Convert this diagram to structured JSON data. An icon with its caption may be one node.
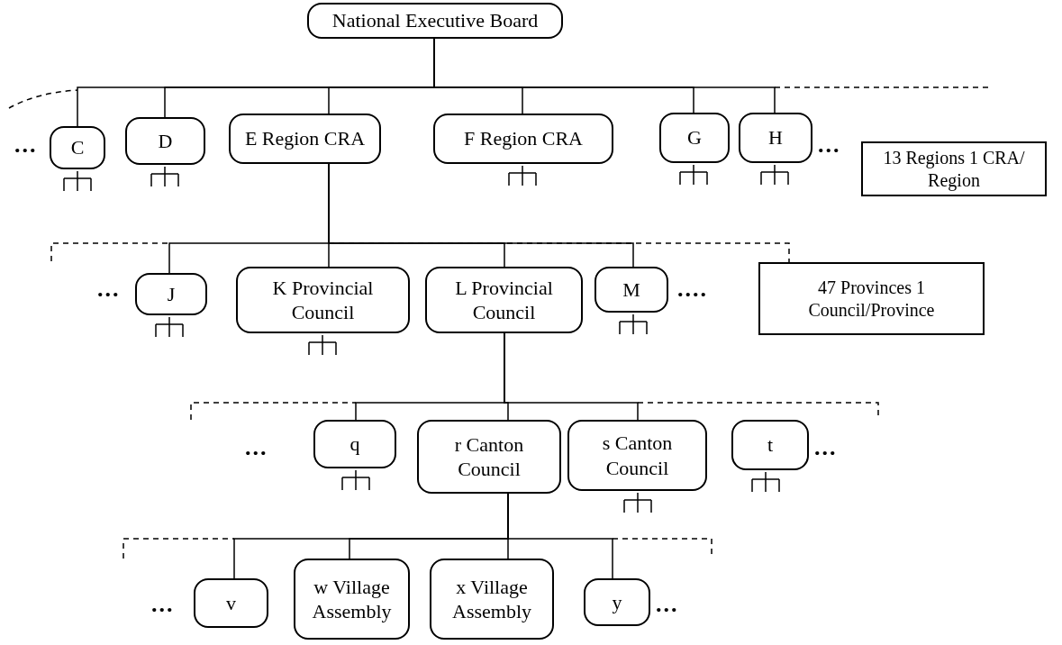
{
  "diagram": {
    "nodes": [
      {
        "text": [
          "National Executive Board"
        ]
      },
      {
        "text": [
          "C"
        ]
      },
      {
        "text": [
          "D"
        ]
      },
      {
        "text": [
          "E Region CRA"
        ]
      },
      {
        "text": [
          "F Region CRA"
        ]
      },
      {
        "text": [
          "G"
        ]
      },
      {
        "text": [
          "H"
        ]
      },
      {
        "text": [
          "13 Regions 1 CRA/ Region"
        ]
      },
      {
        "text": [
          "J"
        ]
      },
      {
        "text": [
          "K Provincial Council"
        ]
      },
      {
        "text": [
          "L Provincial Council"
        ]
      },
      {
        "text": [
          "M"
        ]
      },
      {
        "text": [
          "47 Provinces 1 Council/Province"
        ]
      },
      {
        "text": [
          "q"
        ]
      },
      {
        "text": [
          "r Canton Council"
        ]
      },
      {
        "text": [
          "s Canton Council"
        ]
      },
      {
        "text": [
          "t"
        ]
      },
      {
        "text": [
          "v"
        ]
      },
      {
        "text": [
          "w Village Assembly"
        ]
      },
      {
        "text": [
          "x Village Assembly"
        ]
      },
      {
        "text": [
          "y"
        ]
      }
    ],
    "edges": [
      {
        "from": 0,
        "to": 1,
        "arrow": "none"
      },
      {
        "from": 0,
        "to": 2,
        "arrow": "none"
      },
      {
        "from": 0,
        "to": 3,
        "arrow": "none"
      },
      {
        "from": 0,
        "to": 4,
        "arrow": "none"
      },
      {
        "from": 0,
        "to": 5,
        "arrow": "none"
      },
      {
        "from": 0,
        "to": 6,
        "arrow": "none"
      },
      {
        "from": 3,
        "to": 8,
        "arrow": "none"
      },
      {
        "from": 3,
        "to": 9,
        "arrow": "none"
      },
      {
        "from": 3,
        "to": 10,
        "arrow": "none"
      },
      {
        "from": 3,
        "to": 11,
        "arrow": "none"
      },
      {
        "from": 3,
        "to": 12,
        "arrow": "none",
        "style": "dashed"
      },
      {
        "from": 10,
        "to": 13,
        "arrow": "none"
      },
      {
        "from": 10,
        "to": 14,
        "arrow": "none"
      },
      {
        "from": 10,
        "to": 15,
        "arrow": "none"
      },
      {
        "from": 14,
        "to": 17,
        "arrow": "none"
      },
      {
        "from": 14,
        "to": 18,
        "arrow": "none"
      },
      {
        "from": 14,
        "to": 19,
        "arrow": "none"
      },
      {
        "from": 14,
        "to": 20,
        "arrow": "none"
      }
    ],
    "labels": [
      "...",
      "...",
      "...",
      "....",
      "...",
      "...",
      "...",
      "..."
    ]
  }
}
